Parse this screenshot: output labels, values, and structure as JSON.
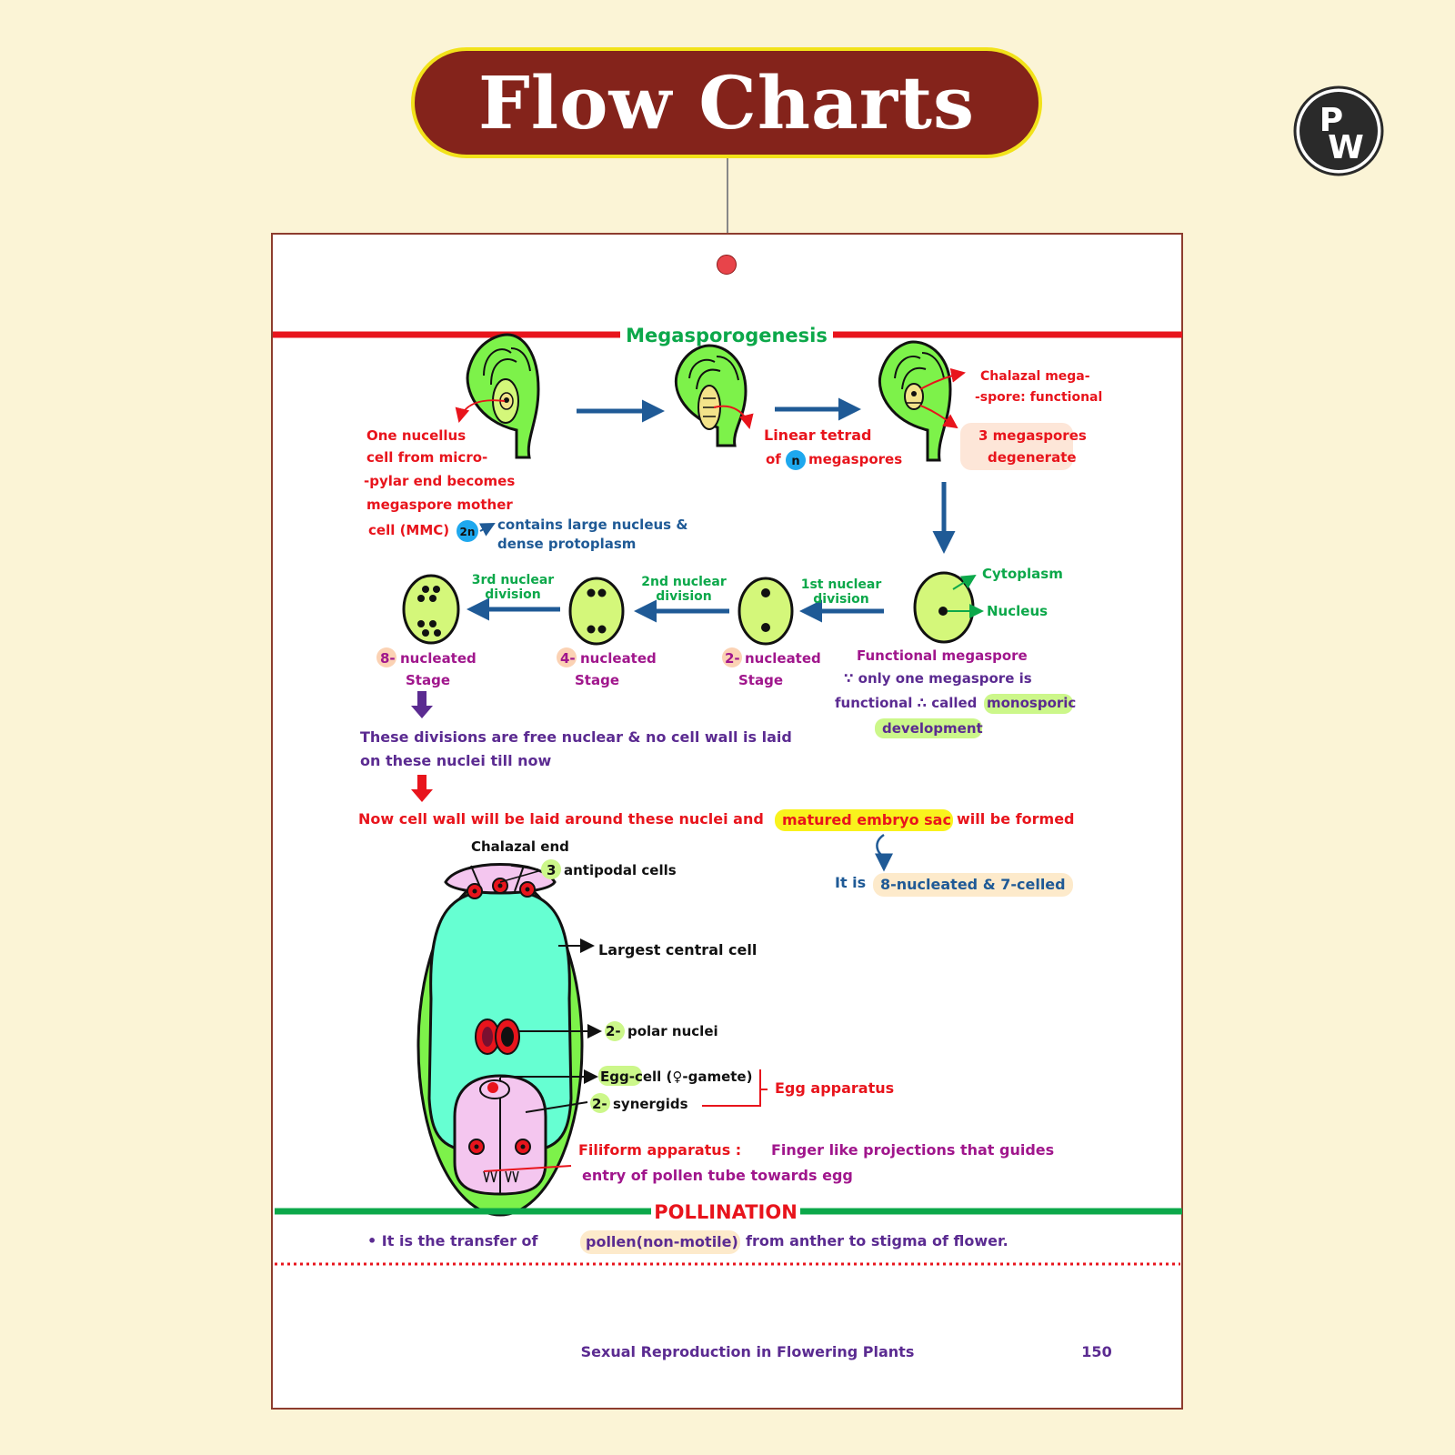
{
  "banner": {
    "title": "Flow Charts"
  },
  "logo": {
    "top_letter": "P",
    "bottom_letter": "W"
  },
  "section1": {
    "title": "Megasporogenesis"
  },
  "ovule_labels": {
    "mmc_lines": [
      "One nucellus",
      "cell from micro-",
      "-pylar end becomes",
      "megaspore mother",
      "cell (MMC)"
    ],
    "mmc_ploidy": "2n",
    "mmc_note_lines": [
      "contains large nucleus &",
      "dense protoplasm"
    ],
    "tetrad_line1": "Linear tetrad",
    "tetrad_of": "of",
    "tetrad_ploidy": "n",
    "tetrad_line2": "megaspores",
    "chalazal_lines": [
      "Chalazal mega-",
      "-spore: functional"
    ],
    "degenerate_lines": [
      "3 megaspores",
      "degenerate"
    ]
  },
  "nuclear_stages": {
    "cytoplasm": "Cytoplasm",
    "nucleus": "Nucleus",
    "functional_lines": [
      "Functional megaspore",
      "∵ only one megaspore is"
    ],
    "functional_line3_a": "functional ∴ called",
    "monosporic": "monosporic",
    "development": "development",
    "div1": [
      "1st nuclear",
      "division"
    ],
    "div2": [
      "2nd nuclear",
      "division"
    ],
    "div3": [
      "3rd nuclear",
      "division"
    ],
    "stage2_num": "2-",
    "stage4_num": "4-",
    "stage8_num": "8-",
    "stage_word": "nucleated",
    "stage_label": "Stage"
  },
  "notes": {
    "free_nuclear_1": "These divisions are free nuclear & no cell wall is laid",
    "free_nuclear_2": "on these nuclei till now",
    "cell_wall_a": "Now cell wall will be laid around these nuclei and",
    "matured": "matured embryo sac",
    "cell_wall_b": "will be formed",
    "it_is": "It is",
    "celled": "8-nucleated & 7-celled"
  },
  "embryo_sac": {
    "chalazal_end": "Chalazal end",
    "antipodal_num": "3",
    "antipodal": "antipodal cells",
    "central_cell": "Largest central cell",
    "polar_num": "2-",
    "polar": "polar nuclei",
    "egg_cell": "Egg-cell (♀-gamete)",
    "syn_num": "2-",
    "synergids": "synergids",
    "egg_apparatus": "Egg apparatus",
    "filiform_a": "Filiform apparatus :",
    "filiform_b": "Finger like projections that guides",
    "filiform_c": "entry of pollen tube towards egg"
  },
  "section2": {
    "title": "POLLINATION",
    "bullet_a": "• It is the transfer of",
    "highlight": "pollen(non-motile)",
    "bullet_b": "from anther to stigma of flower."
  },
  "footer": {
    "chapter": "Sexual Reproduction in Flowering Plants",
    "page": "150"
  },
  "colors": {
    "banner": "#84231b",
    "banner_border": "#f2e21a",
    "background": "#fbf4d6",
    "red": "#e8141c",
    "green": "#0ca84a",
    "blue": "#1f5a96",
    "purple": "#5b2b91",
    "ovule_green": "#7df24a",
    "nucleus_fill": "#d4f77a",
    "central_cell": "#66ffd2",
    "pink": "#f4c6ef"
  }
}
